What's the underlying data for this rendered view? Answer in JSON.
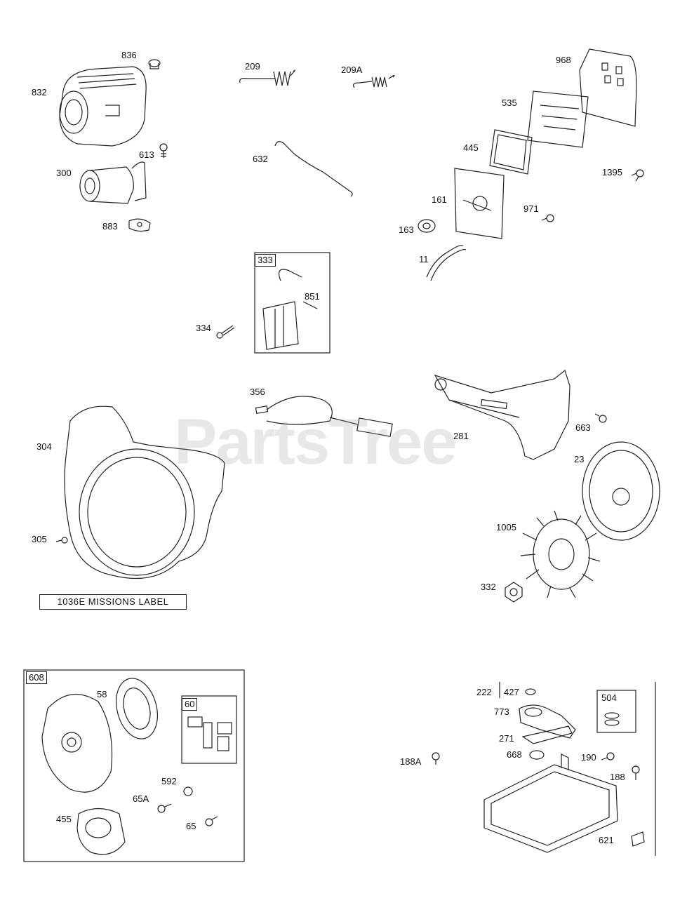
{
  "watermark": {
    "text": "PartsTree",
    "trademark": "™",
    "color": "#969696"
  },
  "emissions_label": "1036E MISSIONS   LABEL",
  "callouts": {
    "p836": "836",
    "p832": "832",
    "p613": "613",
    "p300": "300",
    "p883": "883",
    "p209": "209",
    "p209A": "209A",
    "p632": "632",
    "p968": "968",
    "p535": "535",
    "p445": "445",
    "p1395": "1395",
    "p161": "161",
    "p971": "971",
    "p163": "163",
    "p11": "11",
    "p333": "333",
    "p851": "851",
    "p334": "334",
    "p356": "356",
    "p281": "281",
    "p663": "663",
    "p304": "304",
    "p23": "23",
    "p1005": "1005",
    "p305": "305",
    "p332": "332",
    "p608": "608",
    "p58": "58",
    "p60": "60",
    "p592": "592",
    "p65A": "65A",
    "p455": "455",
    "p65": "65",
    "p222": "222",
    "p427": "427",
    "p504": "504",
    "p773": "773",
    "p271": "271",
    "p668": "668",
    "p190": "190",
    "p188A": "188A",
    "p188": "188",
    "p621": "621"
  }
}
